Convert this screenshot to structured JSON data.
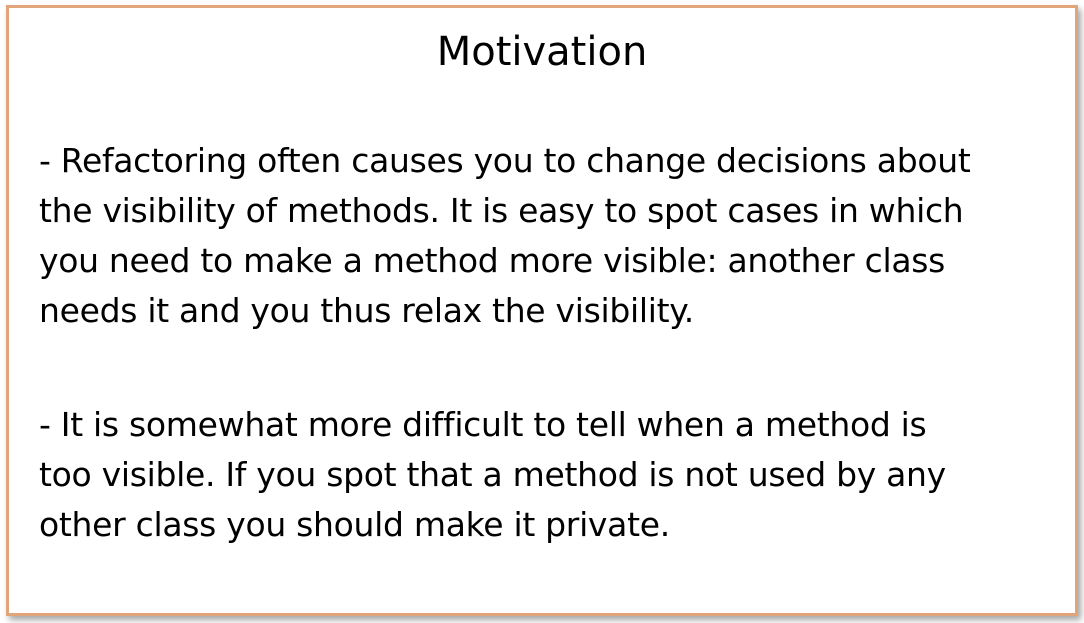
{
  "slide": {
    "title": "Motivation",
    "paragraphs": [
      {
        "lines": [
          "- Refactoring often causes you to change decisions about",
          "the visibility of methods. It is easy to spot cases in which",
          "you need to make a method more visible: another class",
          "needs it and you thus relax the visibility."
        ]
      },
      {
        "lines": [
          "- It is somewhat more difficult to tell when a method is",
          "too visible. If you spot that a method is not used by any",
          "other class you should make it private."
        ]
      }
    ],
    "colors": {
      "border": "#e1a47b",
      "background": "#ffffff",
      "text": "#000000"
    }
  }
}
